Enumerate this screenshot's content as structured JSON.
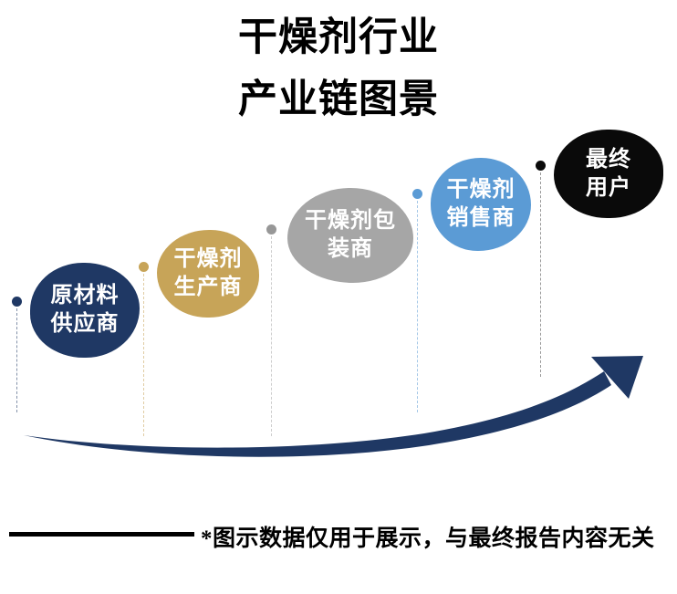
{
  "title": {
    "line1": "干燥剂行业",
    "line2": "产业链图景"
  },
  "chain": {
    "nodes": [
      {
        "line1": "原材料",
        "line2": "供应商",
        "color": "#1F3864",
        "name": "raw-material-supplier"
      },
      {
        "line1": "干燥剂",
        "line2": "生产商",
        "color": "#C7A458",
        "name": "desiccant-manufacturer"
      },
      {
        "line1": "干燥剂包",
        "line2": "装商",
        "color": "#A6A6A6",
        "name": "desiccant-packager"
      },
      {
        "line1": "干燥剂",
        "line2": "销售商",
        "color": "#5B9BD5",
        "name": "desiccant-seller"
      },
      {
        "line1": "最终",
        "line2": "用户",
        "color": "#0A0A0A",
        "name": "end-user"
      }
    ]
  },
  "arrow": {
    "color": "#1F3864",
    "direction": "up-right"
  },
  "footer": {
    "disclaimer": "*图示数据仅用于展示，与最终报告内容无关"
  }
}
